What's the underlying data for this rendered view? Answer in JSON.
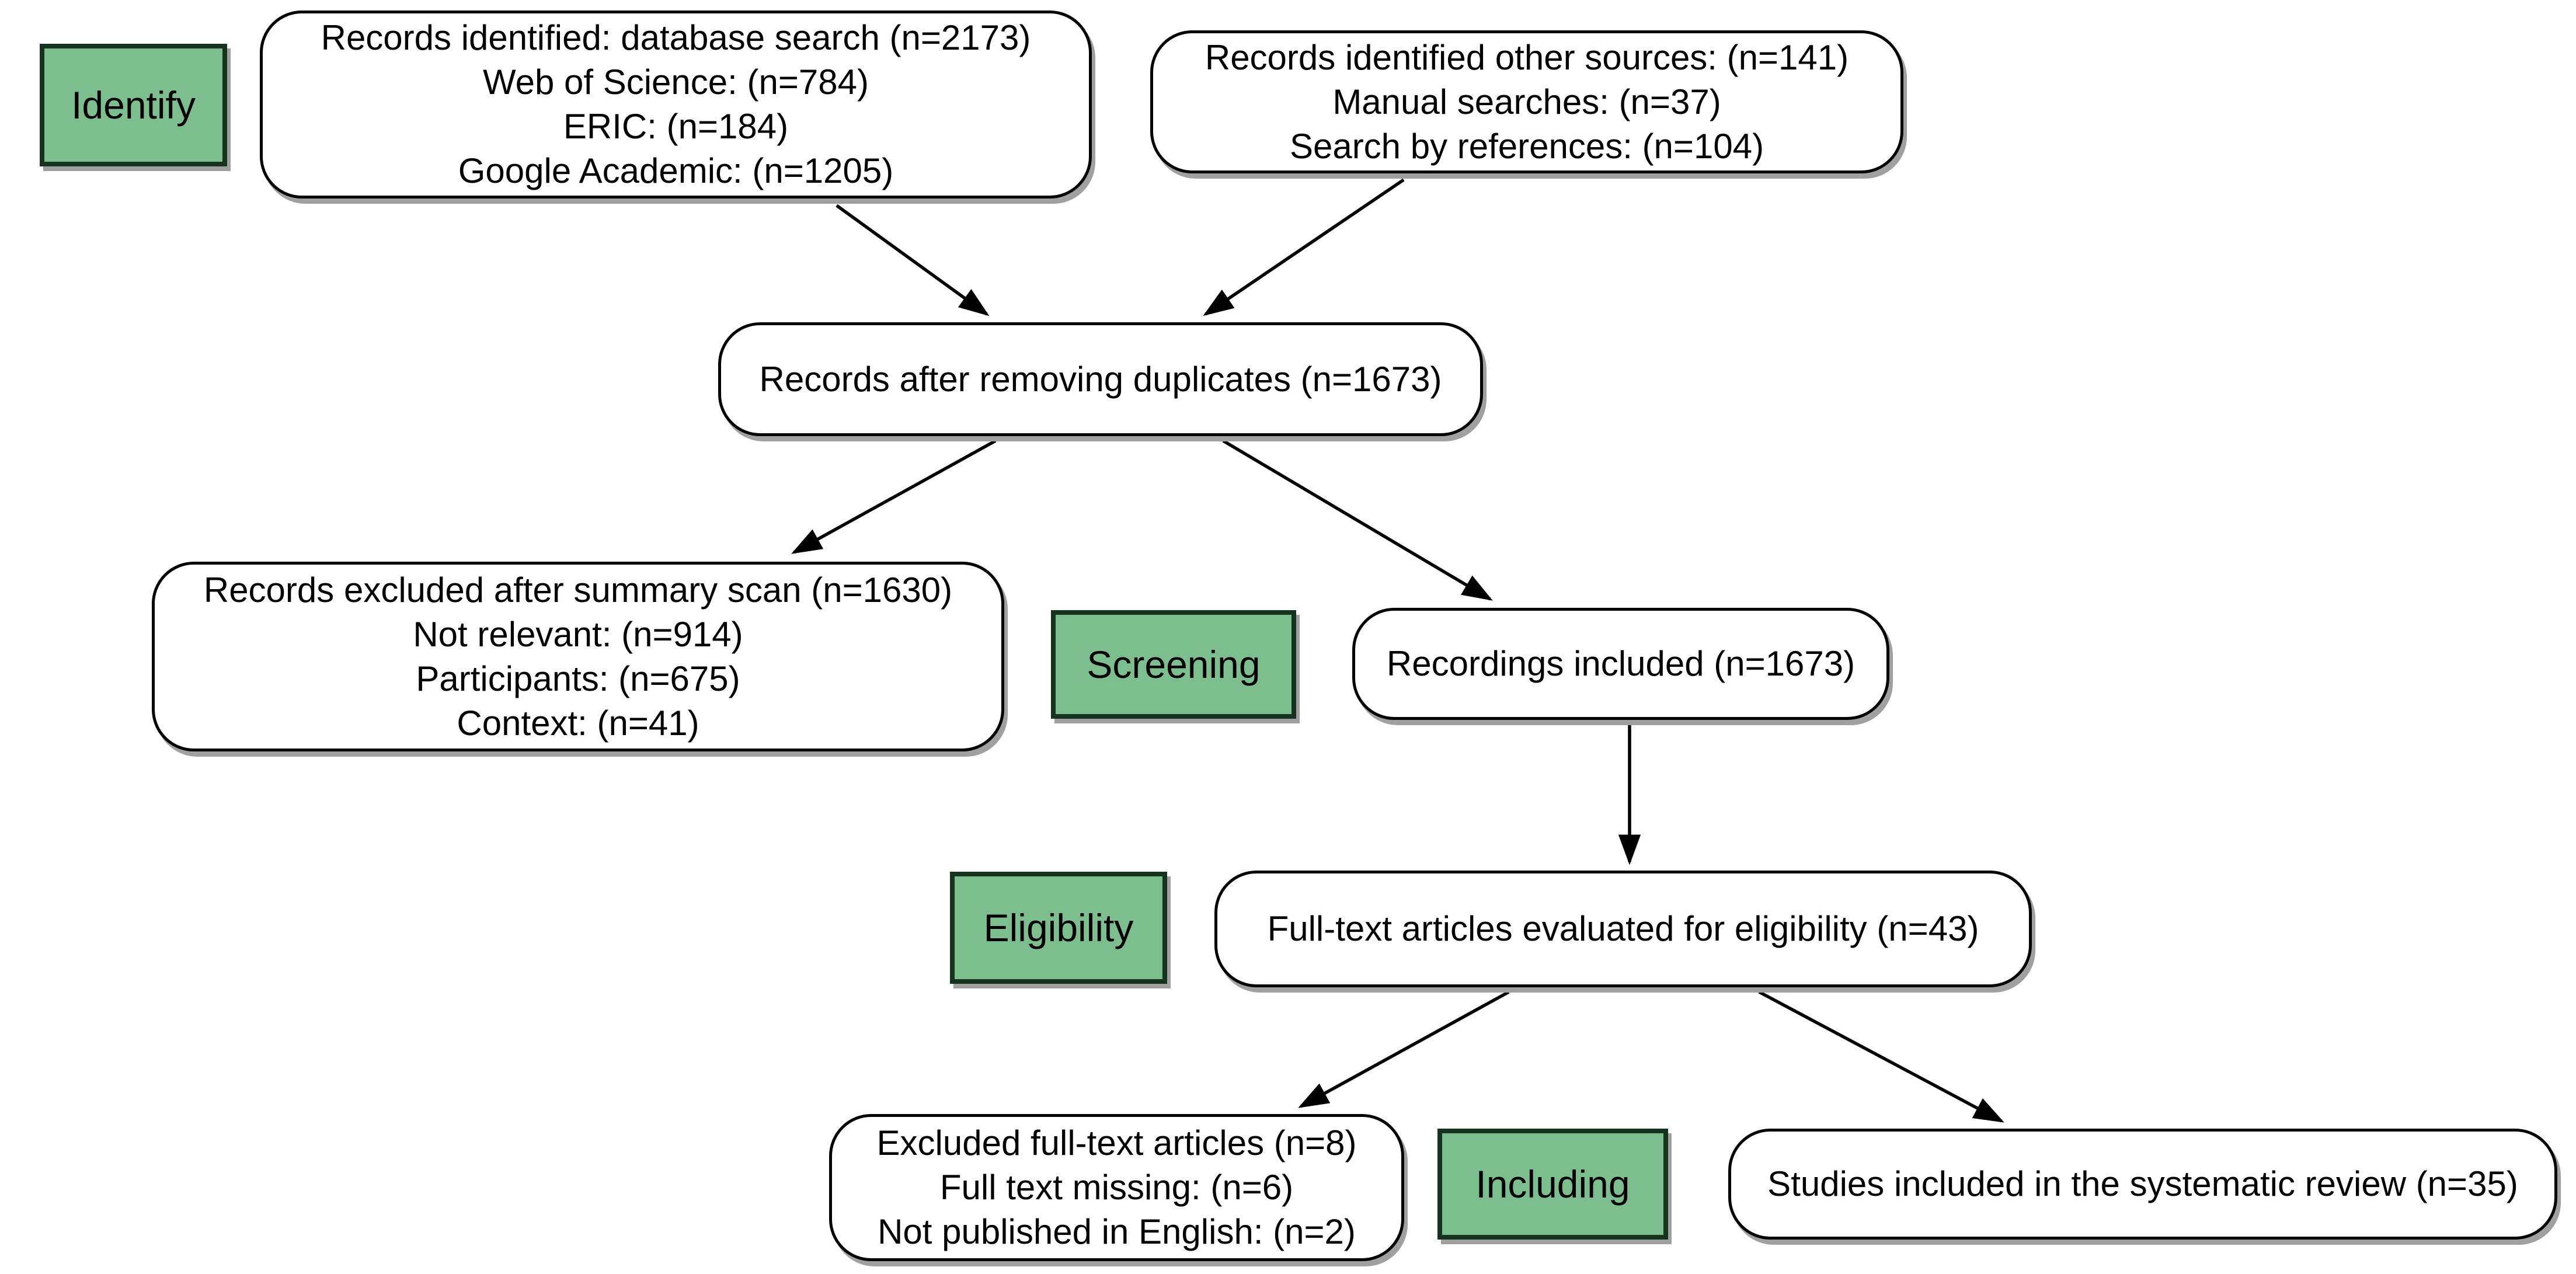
{
  "flow": {
    "stages": {
      "identify": "Identify",
      "screening": "Screening",
      "eligibility": "Eligibility",
      "including": "Including"
    },
    "boxes": {
      "db_search": {
        "lines": [
          "Records identified: database search (n=2173)",
          "Web of Science: (n=784)",
          "ERIC: (n=184)",
          "Google Academic: (n=1205)"
        ]
      },
      "other_sources": {
        "lines": [
          "Records identified other sources: (n=141)",
          "Manual searches: (n=37)",
          "Search by references: (n=104)"
        ]
      },
      "after_duplicates": {
        "lines": [
          "Records after removing duplicates (n=1673)"
        ]
      },
      "excluded_summary_scan": {
        "lines": [
          "Records excluded after summary scan (n=1630)",
          "Not relevant: (n=914)",
          "Participants: (n=675)",
          "Context: (n=41)"
        ]
      },
      "recordings_included": {
        "lines": [
          "Recordings included (n=1673)"
        ]
      },
      "fulltext_evaluated": {
        "lines": [
          "Full-text articles evaluated for eligibility (n=43)"
        ]
      },
      "excluded_fulltext": {
        "lines": [
          "Excluded full-text articles (n=8)",
          "Full text missing: (n=6)",
          "Not published in English: (n=2)"
        ]
      },
      "studies_included": {
        "lines": [
          "Studies included in the systematic review (n=35)"
        ]
      }
    },
    "colors": {
      "stage_fill": "#7CBE8E",
      "stage_border": "#16331f",
      "box_border": "#000000",
      "shadow": "#a0a0a0",
      "background": "#ffffff",
      "text": "#000000"
    }
  }
}
